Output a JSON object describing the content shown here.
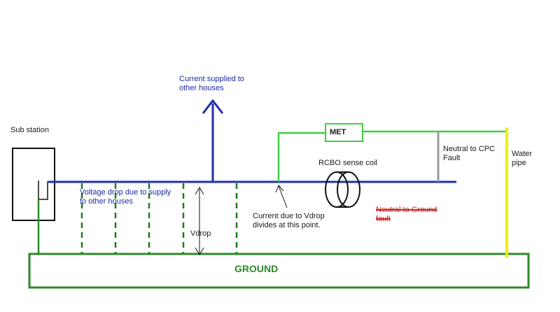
{
  "labels": {
    "sub_station": "Sub station",
    "current_supplied": "Current supplied to\nother houses",
    "met": "MET",
    "neutral_cpc_fault": "Neutral to CPC\nFault",
    "water_pipe": "Water\npipe",
    "rcbo_sense_coil": "RCBO sense coil",
    "voltage_drop": "Voltage drop due to supply\nto other houses",
    "vdrop": "Vdrop",
    "current_due_vdrop": "Current due to Vdrop\ndivides at this point.",
    "neutral_ground_fault": "Neutral to Ground\nfault",
    "ground": "GROUND"
  },
  "colors": {
    "neutral_line": "#1f2fae",
    "earth_line": "#44cc44",
    "ground_outline": "#2a8a2a",
    "dashed_lines": "#1e7a1e",
    "water_pipe": "#f0f000",
    "fault_link": "#9a9a9a",
    "strike_text": "#c81e1e"
  }
}
